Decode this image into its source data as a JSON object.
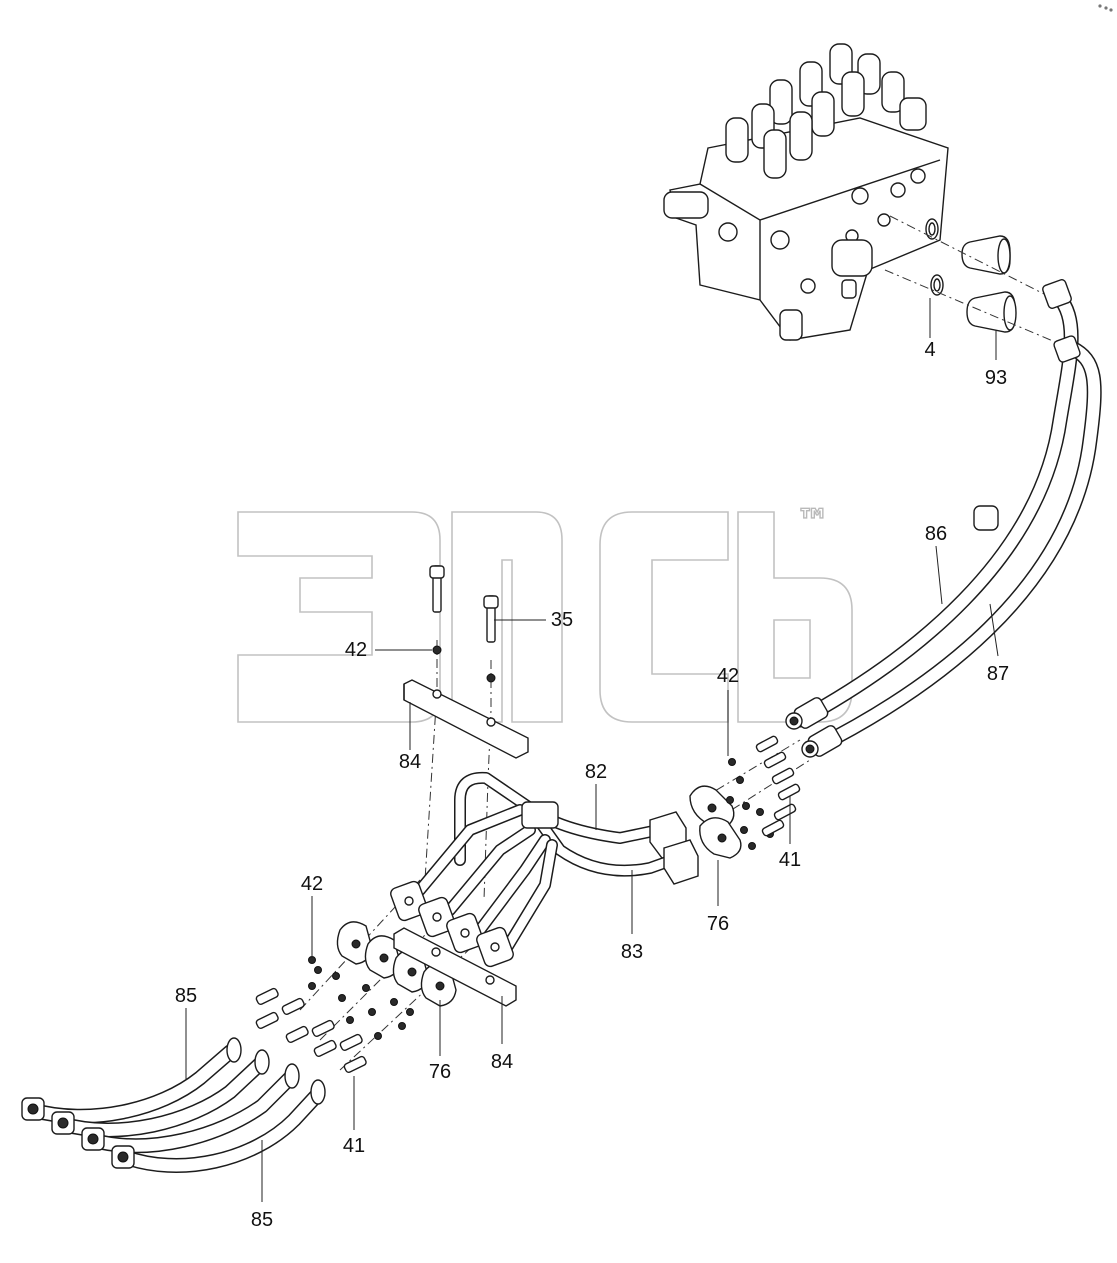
{
  "watermark": {
    "logo_letters": "ЭПСБ",
    "trademark": "™"
  },
  "callouts": [
    {
      "id": "c-4",
      "text": "4"
    },
    {
      "id": "c-93",
      "text": "93"
    },
    {
      "id": "c-86",
      "text": "86"
    },
    {
      "id": "c-87",
      "text": "87"
    },
    {
      "id": "c-35",
      "text": "35"
    },
    {
      "id": "c-42-a",
      "text": "42"
    },
    {
      "id": "c-84-a",
      "text": "84"
    },
    {
      "id": "c-42-b",
      "text": "42"
    },
    {
      "id": "c-82",
      "text": "82"
    },
    {
      "id": "c-41-a",
      "text": "41"
    },
    {
      "id": "c-76-a",
      "text": "76"
    },
    {
      "id": "c-83",
      "text": "83"
    },
    {
      "id": "c-42-c",
      "text": "42"
    },
    {
      "id": "c-85-a",
      "text": "85"
    },
    {
      "id": "c-76-b",
      "text": "76"
    },
    {
      "id": "c-84-b",
      "text": "84"
    },
    {
      "id": "c-41-b",
      "text": "41"
    },
    {
      "id": "c-85-b",
      "text": "85"
    }
  ]
}
